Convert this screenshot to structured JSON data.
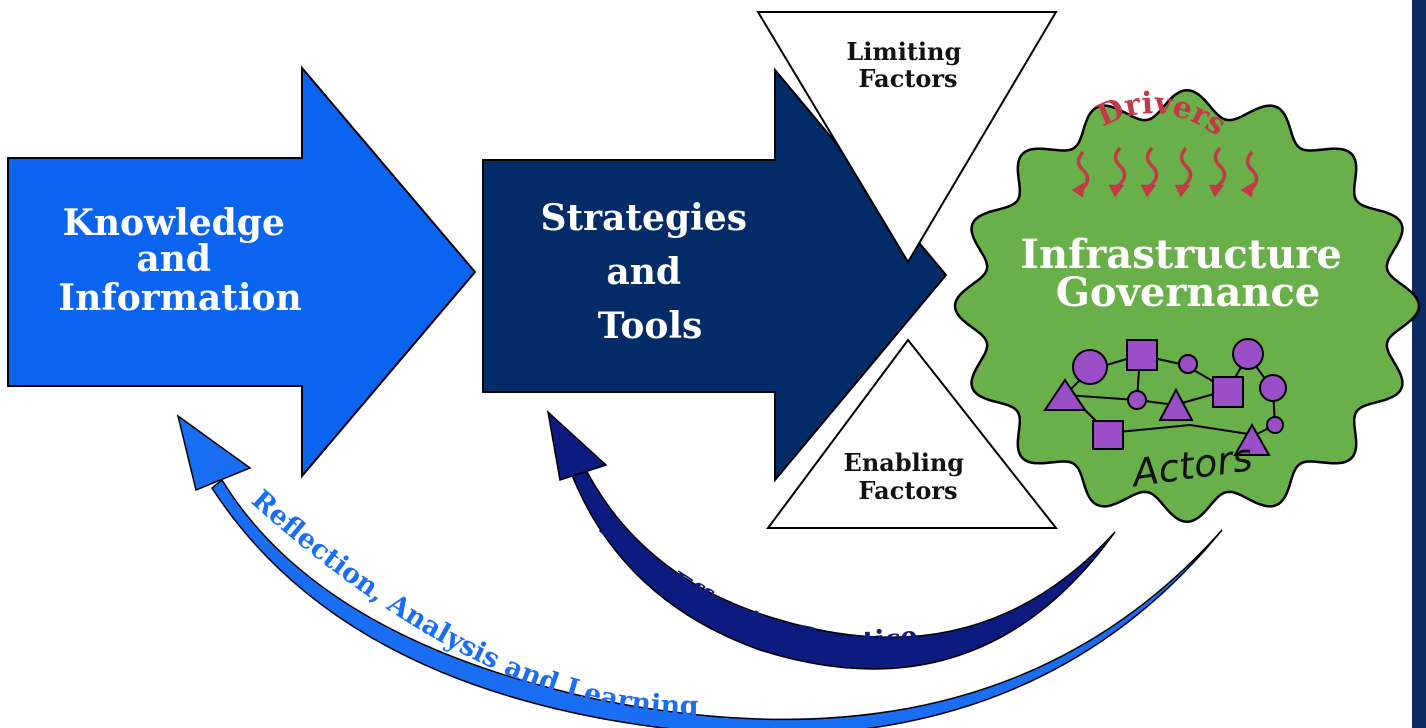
{
  "arrows": {
    "knowledge": {
      "lines": [
        "Knowledge",
        "and",
        "Information"
      ],
      "color": "#0a64f0",
      "text_color": "#ffffff"
    },
    "strategies": {
      "lines": [
        "Strategies",
        "and",
        "Tools"
      ],
      "color": "#032b68",
      "text_color": "#ffffff"
    }
  },
  "factors": {
    "limiting": {
      "lines": [
        "Limiting",
        "Factors"
      ]
    },
    "enabling": {
      "lines": [
        "Enabling",
        "Factors"
      ]
    }
  },
  "governance": {
    "lines": [
      "Infrastructure",
      "Governance"
    ],
    "fill": "#6ab04a",
    "text_color": "#ffffff",
    "drivers_label": "Drivers",
    "drivers_color": "#c23a48",
    "actors_label": "Actors",
    "actor_color": "#9b4fc6"
  },
  "feedback": {
    "practice": {
      "label": "More Effective Practice",
      "color": "#0d1a80"
    },
    "learning": {
      "label": "Reflection, Analysis and Learning",
      "color": "#1a6ef4"
    }
  },
  "frame_color": "#0b2a63"
}
